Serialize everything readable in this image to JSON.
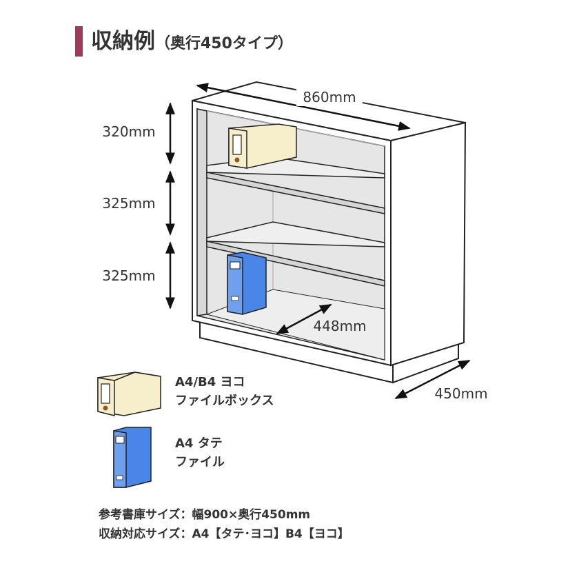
{
  "title": {
    "main": "収納例",
    "sub": "（奥行450タイプ）"
  },
  "dimensions": {
    "width": "860mm",
    "top_shelf": "320mm",
    "middle_shelf": "325mm",
    "bottom_shelf": "325mm",
    "inner_depth": "448mm",
    "outer_depth": "450mm"
  },
  "legend": [
    {
      "line1": "A4/B4 ヨコ",
      "line2": "ファイルボックス",
      "icon": "file-box-icon",
      "color": "#f7eecb"
    },
    {
      "line1": "A4 タテ",
      "line2": "ファイル",
      "icon": "binder-file-icon",
      "color": "#4a86e8"
    }
  ],
  "footer": {
    "reference_size": "参考書庫サイズ：幅900×奥行450mm",
    "storage_size": "収納対応サイズ：A4【タテ･ヨコ】B4【ヨコ】"
  },
  "colors": {
    "accent": "#9e3b57",
    "file_box": "#f7eecb",
    "binder": "#4a86e8",
    "shelf_gray": "#e8e8e8"
  }
}
